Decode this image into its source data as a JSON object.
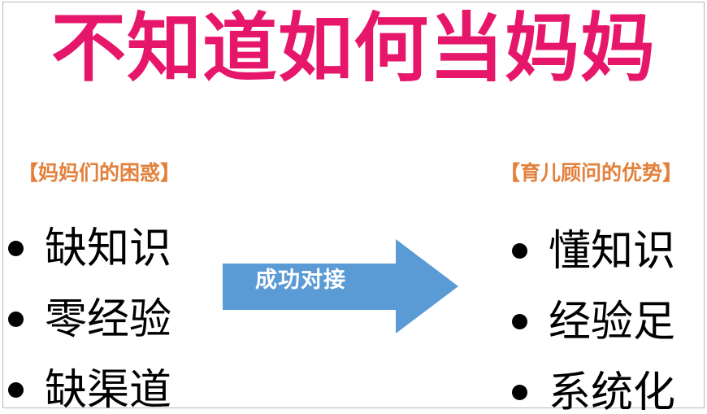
{
  "slide": {
    "title": "不知道如何当妈妈",
    "title_color": "#E6176B",
    "background_color": "#FFFFFF",
    "border_color": "#B8B8B8"
  },
  "left_column": {
    "header": "【妈妈们的困惑】",
    "header_color": "#E2803C",
    "items": [
      {
        "bullet": "bullet-dot",
        "label": "缺知识"
      },
      {
        "bullet": "bullet-dot",
        "label": "零经验"
      },
      {
        "bullet": "bullet-dot",
        "label": "缺渠道"
      }
    ]
  },
  "right_column": {
    "header": "【育儿顾问的优势】",
    "header_color": "#E2803C",
    "items": [
      {
        "bullet": "bullet-dot",
        "label": "懂知识"
      },
      {
        "bullet": "bullet-dot",
        "label": "经验足"
      },
      {
        "bullet": "bullet-dot",
        "label": "系统化"
      }
    ]
  },
  "arrow": {
    "icon": "right-arrow-icon",
    "label": "成功对接",
    "fill_color": "#5B9BD5",
    "label_color": "#FFFFFF",
    "direction": "right"
  }
}
